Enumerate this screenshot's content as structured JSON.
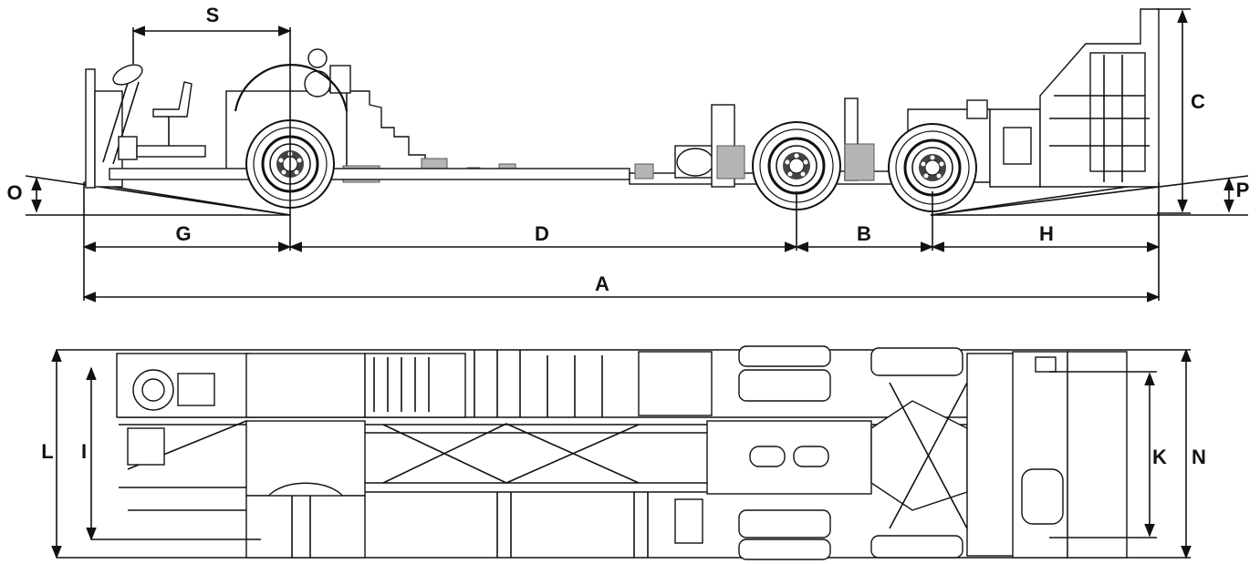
{
  "diagram": {
    "side_view_labels": {
      "A": "A",
      "B": "B",
      "C": "C",
      "D": "D",
      "G": "G",
      "H": "H",
      "O": "O",
      "P": "P",
      "S": "S"
    },
    "top_view_labels": {
      "I": "I",
      "K": "K",
      "L": "L",
      "N": "N"
    },
    "colors": {
      "line": "#111111",
      "part_fill": "#b5b5b5",
      "background": "#ffffff"
    }
  }
}
